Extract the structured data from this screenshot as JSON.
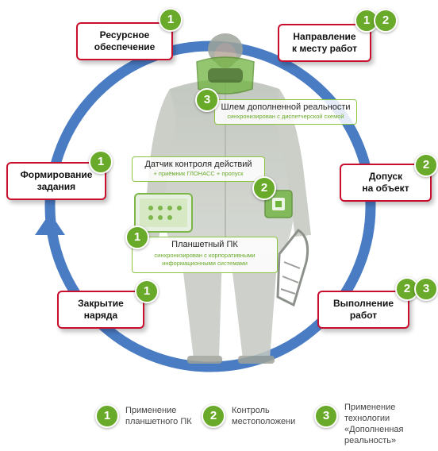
{
  "colors": {
    "cycle": "#4a7cc3",
    "box_border": "#c8102e",
    "badge": "#6aaa2a",
    "callout": "#8cc63f"
  },
  "stages": {
    "resource": {
      "label_lines": [
        "Ресурсное",
        "обеспечение"
      ],
      "badges": [
        "1"
      ]
    },
    "direction": {
      "label_lines": [
        "Направление",
        "к месту работ"
      ],
      "badges": [
        "1",
        "2"
      ]
    },
    "admission": {
      "label_lines": [
        "Допуск",
        "на объект"
      ],
      "badges": [
        "2"
      ]
    },
    "execution": {
      "label_lines": [
        "Выполнение",
        "работ"
      ],
      "badges": [
        "2",
        "3"
      ]
    },
    "closing": {
      "label_lines": [
        "Закрытие",
        "наряда"
      ],
      "badges": [
        "1"
      ]
    },
    "tasking": {
      "label_lines": [
        "Формирование",
        "задания"
      ],
      "badges": [
        "1"
      ]
    }
  },
  "callouts": {
    "helmet": {
      "badge": "3",
      "title": "Шлем дополненной реальности",
      "subtitle": "синхронизирован с диспетчерской схемой"
    },
    "sensor": {
      "badge": "2",
      "title": "Датчик контроля действий",
      "subtitle": "+ приёмник ГЛОНАСС + пропуск"
    },
    "tablet": {
      "badge": "1",
      "title": "Планшетный ПК",
      "subtitle_lines": [
        "синхронизирован с корпоративными",
        "информационными системами"
      ]
    }
  },
  "legend": [
    {
      "num": "1",
      "lines": [
        "Применение",
        "планшетного ПК"
      ]
    },
    {
      "num": "2",
      "lines": [
        "Контроль",
        "местоположени"
      ]
    },
    {
      "num": "3",
      "lines": [
        "Применение",
        "технологии",
        "«Дополненная",
        "реальность»"
      ]
    }
  ]
}
